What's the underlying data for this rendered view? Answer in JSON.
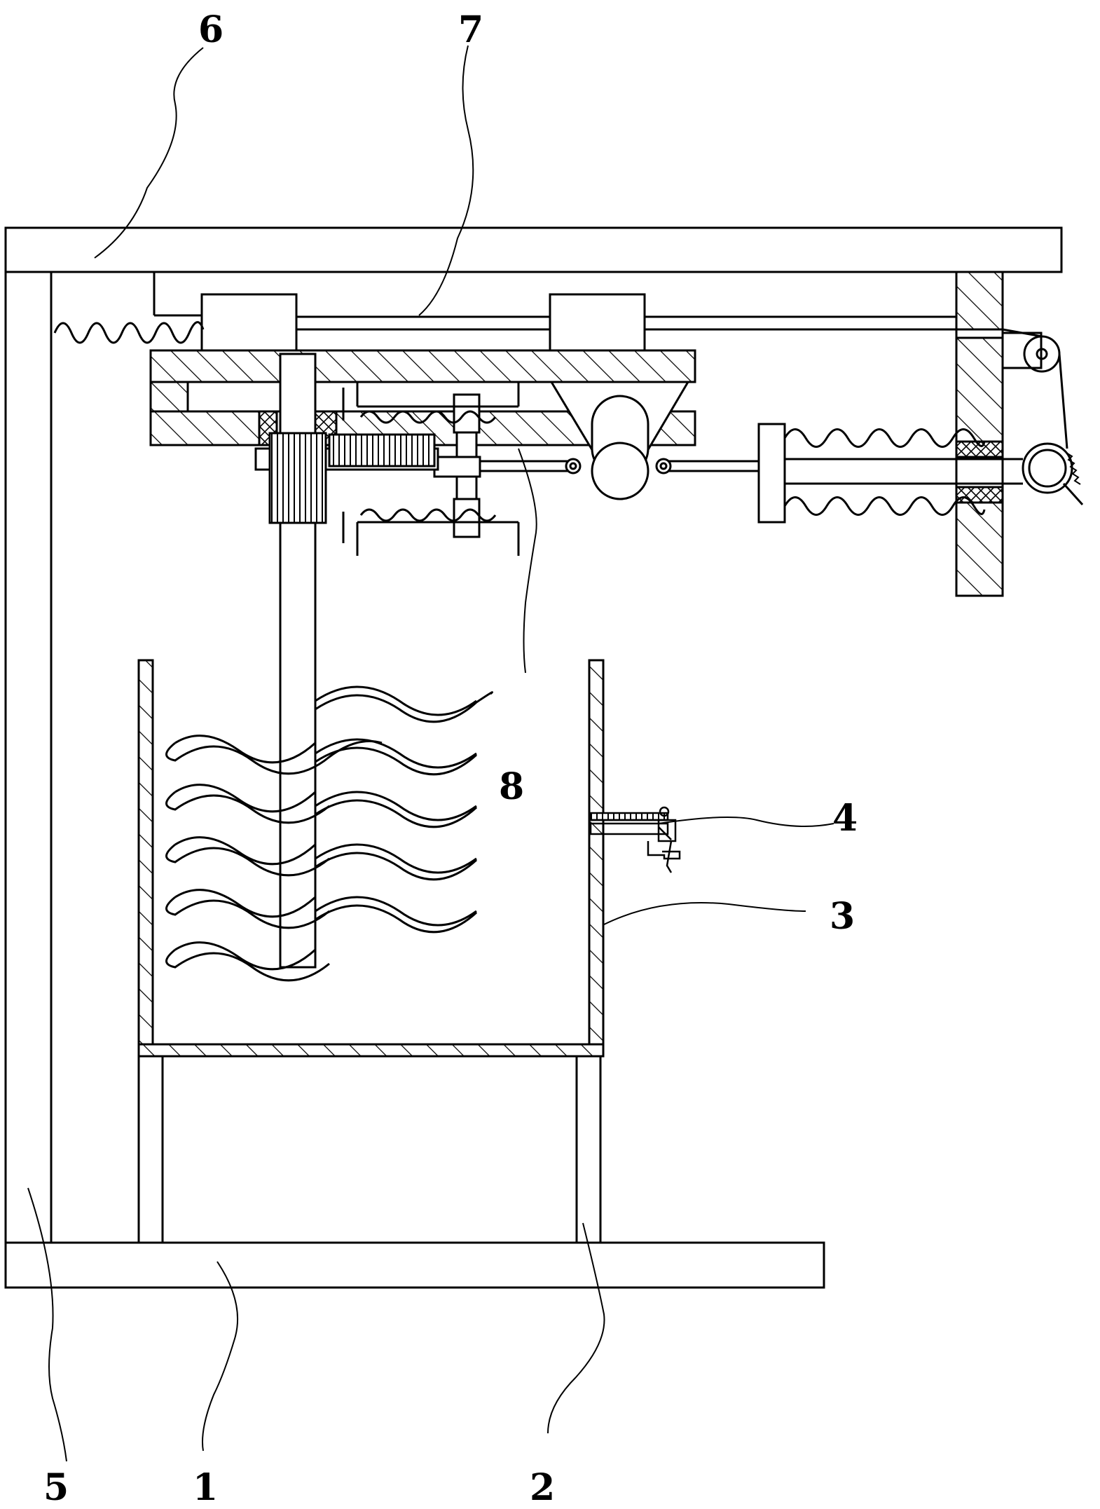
{
  "diagram": {
    "type": "mechanical-patent-drawing",
    "line_color": "#000000",
    "background": "#ffffff",
    "labels": [
      {
        "id": "1",
        "text": "1"
      },
      {
        "id": "2",
        "text": "2"
      },
      {
        "id": "3",
        "text": "3"
      },
      {
        "id": "4",
        "text": "4"
      },
      {
        "id": "5",
        "text": "5"
      },
      {
        "id": "6",
        "text": "6"
      },
      {
        "id": "7",
        "text": "7"
      },
      {
        "id": "8",
        "text": "8"
      }
    ]
  }
}
